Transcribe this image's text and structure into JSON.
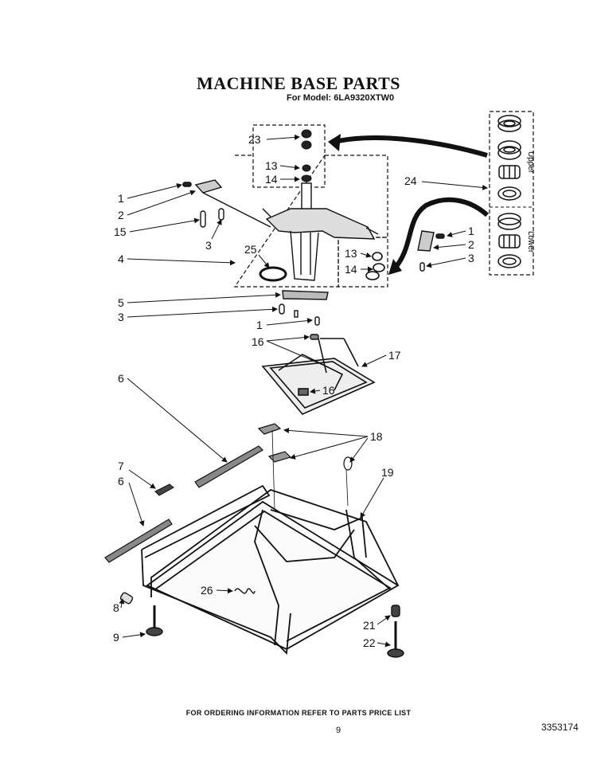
{
  "header": {
    "title": "MACHINE BASE PARTS",
    "model": "For Model: 6LA9320XTW0"
  },
  "bearings": {
    "upper_label": "Upper",
    "lower_label": "Lower"
  },
  "callouts": [
    {
      "id": "c23",
      "text": "23"
    },
    {
      "id": "c13a",
      "text": "13"
    },
    {
      "id": "c14a",
      "text": "14"
    },
    {
      "id": "c1a",
      "text": "1"
    },
    {
      "id": "c2a",
      "text": "2"
    },
    {
      "id": "c15",
      "text": "15"
    },
    {
      "id": "c3a",
      "text": "3"
    },
    {
      "id": "c24",
      "text": "24"
    },
    {
      "id": "c1b",
      "text": "1"
    },
    {
      "id": "c2b",
      "text": "2"
    },
    {
      "id": "c3b",
      "text": "3"
    },
    {
      "id": "c4",
      "text": "4"
    },
    {
      "id": "c25",
      "text": "25"
    },
    {
      "id": "c13b",
      "text": "13"
    },
    {
      "id": "c14b",
      "text": "14"
    },
    {
      "id": "c5",
      "text": "5"
    },
    {
      "id": "c3c",
      "text": "3"
    },
    {
      "id": "c1c",
      "text": "1"
    },
    {
      "id": "c16a",
      "text": "16"
    },
    {
      "id": "c17",
      "text": "17"
    },
    {
      "id": "c16b",
      "text": "16"
    },
    {
      "id": "c6a",
      "text": "6"
    },
    {
      "id": "c18",
      "text": "18"
    },
    {
      "id": "c7",
      "text": "7"
    },
    {
      "id": "c6b",
      "text": "6"
    },
    {
      "id": "c19",
      "text": "19"
    },
    {
      "id": "c26",
      "text": "26"
    },
    {
      "id": "c8",
      "text": "8"
    },
    {
      "id": "c9",
      "text": "9"
    },
    {
      "id": "c21",
      "text": "21"
    },
    {
      "id": "c22",
      "text": "22"
    }
  ],
  "footer": {
    "note": "FOR ORDERING INFORMATION REFER TO PARTS PRICE LIST",
    "page_number": "9",
    "doc_number": "3353174"
  },
  "colors": {
    "ink": "#111111",
    "paper": "#ffffff"
  }
}
